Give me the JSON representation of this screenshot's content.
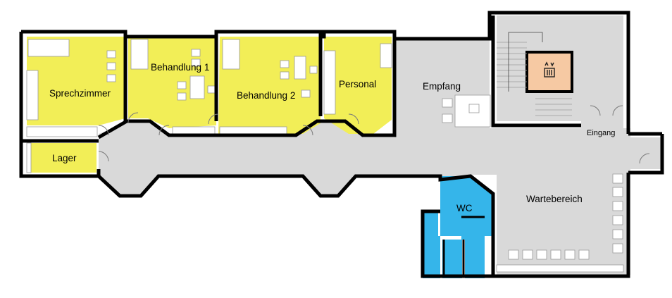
{
  "colors": {
    "wall": "#000000",
    "room_yellow": "#f2ee57",
    "room_blue": "#35b5ea",
    "floor_grey": "#d9d9d9",
    "elevator": "#f6c9a3",
    "furniture": "#ffffff"
  },
  "rooms": {
    "sprechzimmer": "Sprechzimmer",
    "behandlung1": "Behandlung 1",
    "behandlung2": "Behandlung 2",
    "personal": "Personal",
    "empfang": "Empfang",
    "lager": "Lager",
    "wc": "WC",
    "wartebereich": "Wartebereich",
    "eingang": "Eingang"
  },
  "elevator_icon": "elevator-icon"
}
